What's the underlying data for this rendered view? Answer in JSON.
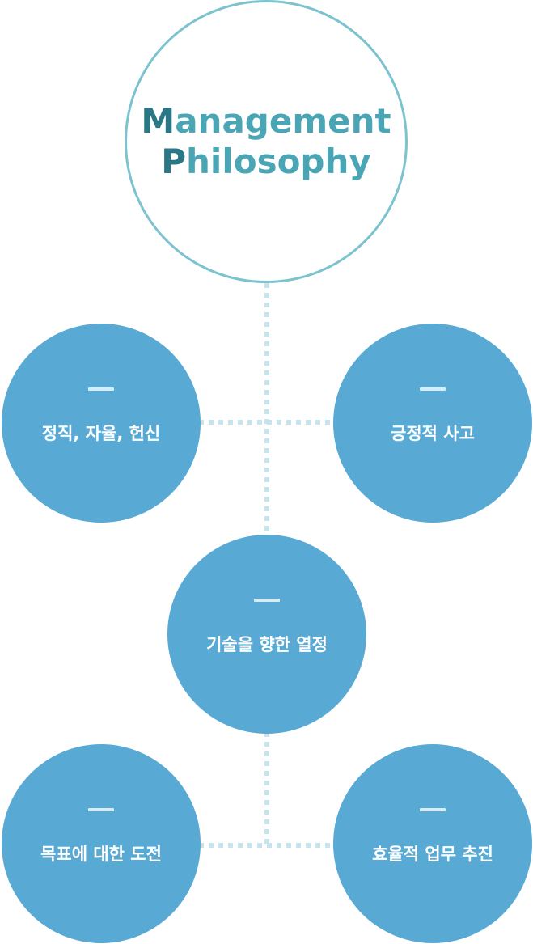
{
  "center": {
    "line1_initial": "M",
    "line1_rest": "anagement",
    "line2_initial": "P",
    "line2_rest": "hilosophy"
  },
  "values": [
    {
      "label": "정직, 자율, 헌신"
    },
    {
      "label": "긍정적 사고"
    },
    {
      "label": "기술을 향한 열정"
    },
    {
      "label": "목표에 대한 도전"
    },
    {
      "label": "효율적 업무 추진"
    }
  ],
  "colors": {
    "circle_fill": "#58aad4",
    "center_border": "#7cc3cf",
    "title_dark": "#2a7785",
    "title_light": "#4aa6b4",
    "connector": "#c7e3ee"
  }
}
